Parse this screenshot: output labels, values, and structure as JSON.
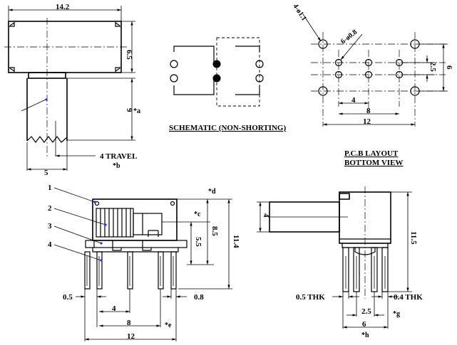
{
  "top_view": {
    "dim_width": "14.2",
    "dim_height": "6.5",
    "dim_lever_height": "9",
    "note_a": "*a",
    "label_travel": "4 TRAVEL",
    "note_b": "*b",
    "dim_lever_width": "5"
  },
  "schematic": {
    "title": "SCHEMATIC (NON-SHORTING)"
  },
  "pcb_layout": {
    "dim_hole_large": "4-ø1.1",
    "dim_hole_small": "6-ø0.8",
    "dim_row_pitch": "2.5",
    "dim_height": "6",
    "dim_4": "4",
    "dim_8": "8",
    "dim_12": "12",
    "title_line1": "P.C.B LAYOUT",
    "title_line2": "BOTTOM VIEW"
  },
  "front_view": {
    "callout_1": "1",
    "callout_2": "2",
    "callout_3": "3",
    "callout_4": "4",
    "note_d": "*d",
    "note_c": "*c",
    "dim_8_5": "8.5",
    "dim_5_5": "5.5",
    "dim_11_4": "11.4",
    "dim_0_5": "0.5",
    "dim_0_8": "0.8",
    "dim_4": "4",
    "dim_8": "8",
    "note_e": "*e",
    "dim_12": "12"
  },
  "side_view": {
    "dim_4": "4",
    "dim_11_5": "11.5",
    "label_thk_left": "0.5 THK",
    "label_thk_right": "0.4 THK",
    "dim_2_5": "2.5",
    "note_g": "*g",
    "dim_6": "6",
    "note_h": "*h"
  }
}
